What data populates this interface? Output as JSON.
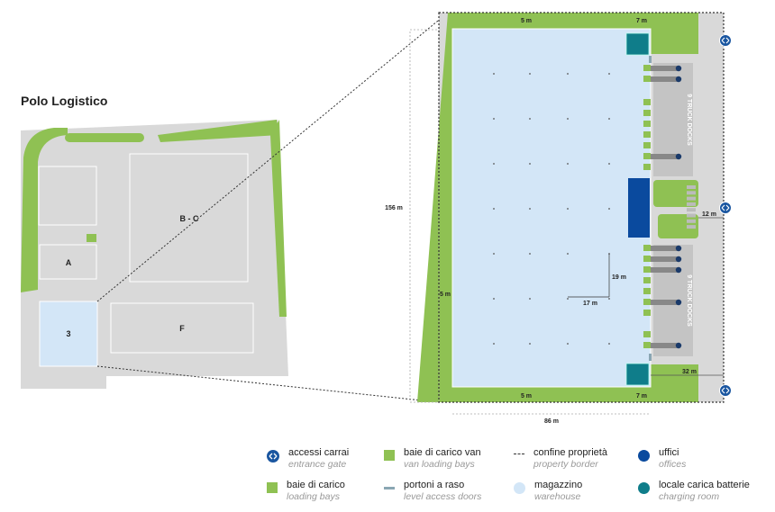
{
  "title": "Polo Logistico",
  "site_plan": {
    "buildings": [
      "A",
      "B - C",
      "F",
      "3"
    ]
  },
  "detail_plan": {
    "dimensions": {
      "top_setback": "5 m",
      "top_right": "7 m",
      "height": "156 m",
      "left_setback": "5 m",
      "bottom_setback": "5 m",
      "bottom_right": "7 m",
      "width": "86 m",
      "bay_y": "19 m",
      "bay_x": "17 m",
      "yard_gate": "12 m",
      "yard_depth": "32 m"
    },
    "dock_labels": [
      "9 TRUCK DOCKS",
      "9 TRUCK DOCKS"
    ]
  },
  "colors": {
    "green": "#8fc153",
    "gray": "#d9d9d9",
    "warehouse": "#d3e6f7",
    "offices": "#0a4a9e",
    "charging": "#0f7d8a",
    "gate": "#1a56a0",
    "door": "#8aa6b3"
  },
  "legend": [
    {
      "icon": "gate-icon",
      "label": "accessi carrai",
      "sub": "entrance gate"
    },
    {
      "icon": "van-bay-icon",
      "label": "baie di carico van",
      "sub": "van loading bays"
    },
    {
      "icon": "property-border-icon",
      "label": "confine proprietà",
      "sub": "property border"
    },
    {
      "icon": "offices-icon",
      "label": "uffici",
      "sub": "offices"
    },
    {
      "icon": "loading-bay-icon",
      "label": "baie di carico",
      "sub": "loading bays"
    },
    {
      "icon": "level-door-icon",
      "label": "portoni a raso",
      "sub": "level access doors"
    },
    {
      "icon": "warehouse-icon",
      "label": "magazzino",
      "sub": "warehouse"
    },
    {
      "icon": "charging-room-icon",
      "label": "locale carica batterie",
      "sub": "charging room"
    }
  ]
}
